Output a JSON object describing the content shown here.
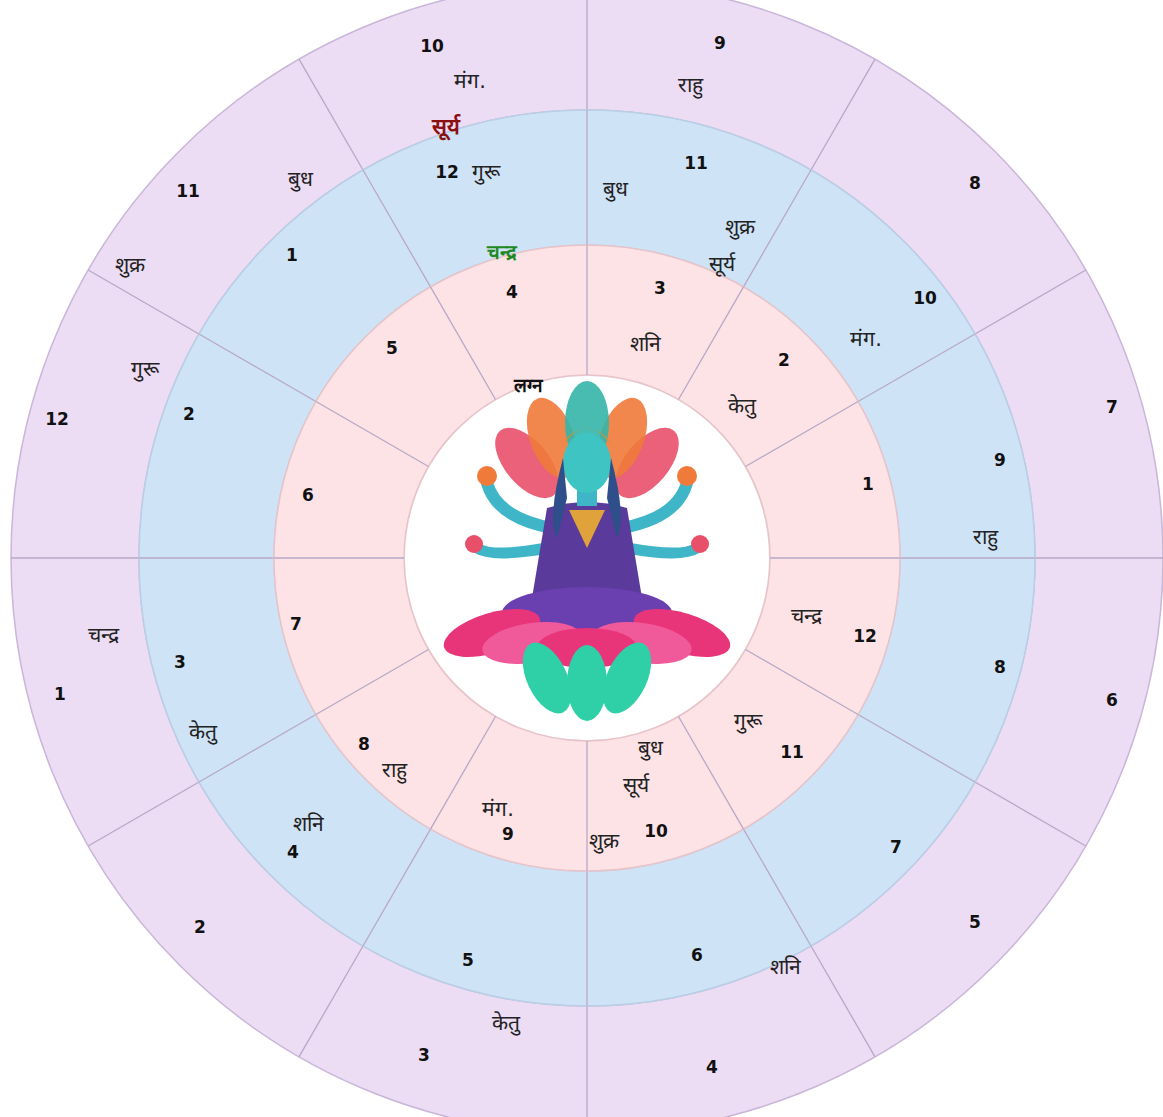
{
  "diagram": {
    "nodes": [
      {
        "text": [
          "10",
          "मंग.",
          "सूर्य",
          "9",
          "राहु",
          "8",
          "7",
          "6",
          "5",
          "4",
          "केतु",
          "3",
          "2",
          "चन्द्र",
          "1",
          "12",
          "गुरू",
          "11",
          "बुध",
          "शुक्र"
        ]
      },
      {
        "text": [
          "12",
          "गुरू",
          "चन्द्र",
          "11",
          "बुध",
          "शुक्र",
          "सूर्य",
          "10",
          "मंग.",
          "9",
          "राहु",
          "8",
          "7",
          "6",
          "शनि",
          "5",
          "शनि",
          "4",
          "3",
          "केतु",
          "2",
          "1"
        ]
      },
      {
        "text": [
          "लग्न",
          "4",
          "3",
          "शनि",
          "2",
          "केतु",
          "1",
          "चन्द्र",
          "12",
          "गुरू",
          "11",
          "बुध",
          "सूर्य",
          "10",
          "शुक्र",
          "मंग.",
          "9",
          "राहु",
          "8",
          "7",
          "6",
          "5"
        ]
      }
    ]
  }
}
